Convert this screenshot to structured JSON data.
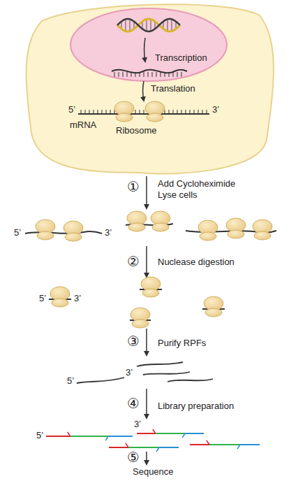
{
  "diagram": {
    "labels": [
      "Transcription",
      "Translation",
      "5’",
      "mRNA",
      "Ribosome",
      "3’",
      "①",
      "Add Cycloheximide",
      "Lyse cells",
      "5’",
      "3’",
      "②",
      "Nuclease digestion",
      "5’",
      "3’",
      "③",
      "Purify RPFs",
      "5’",
      "3’",
      "④",
      "Library preparation",
      "5’",
      "3’",
      "⑤",
      "Sequence"
    ]
  }
}
